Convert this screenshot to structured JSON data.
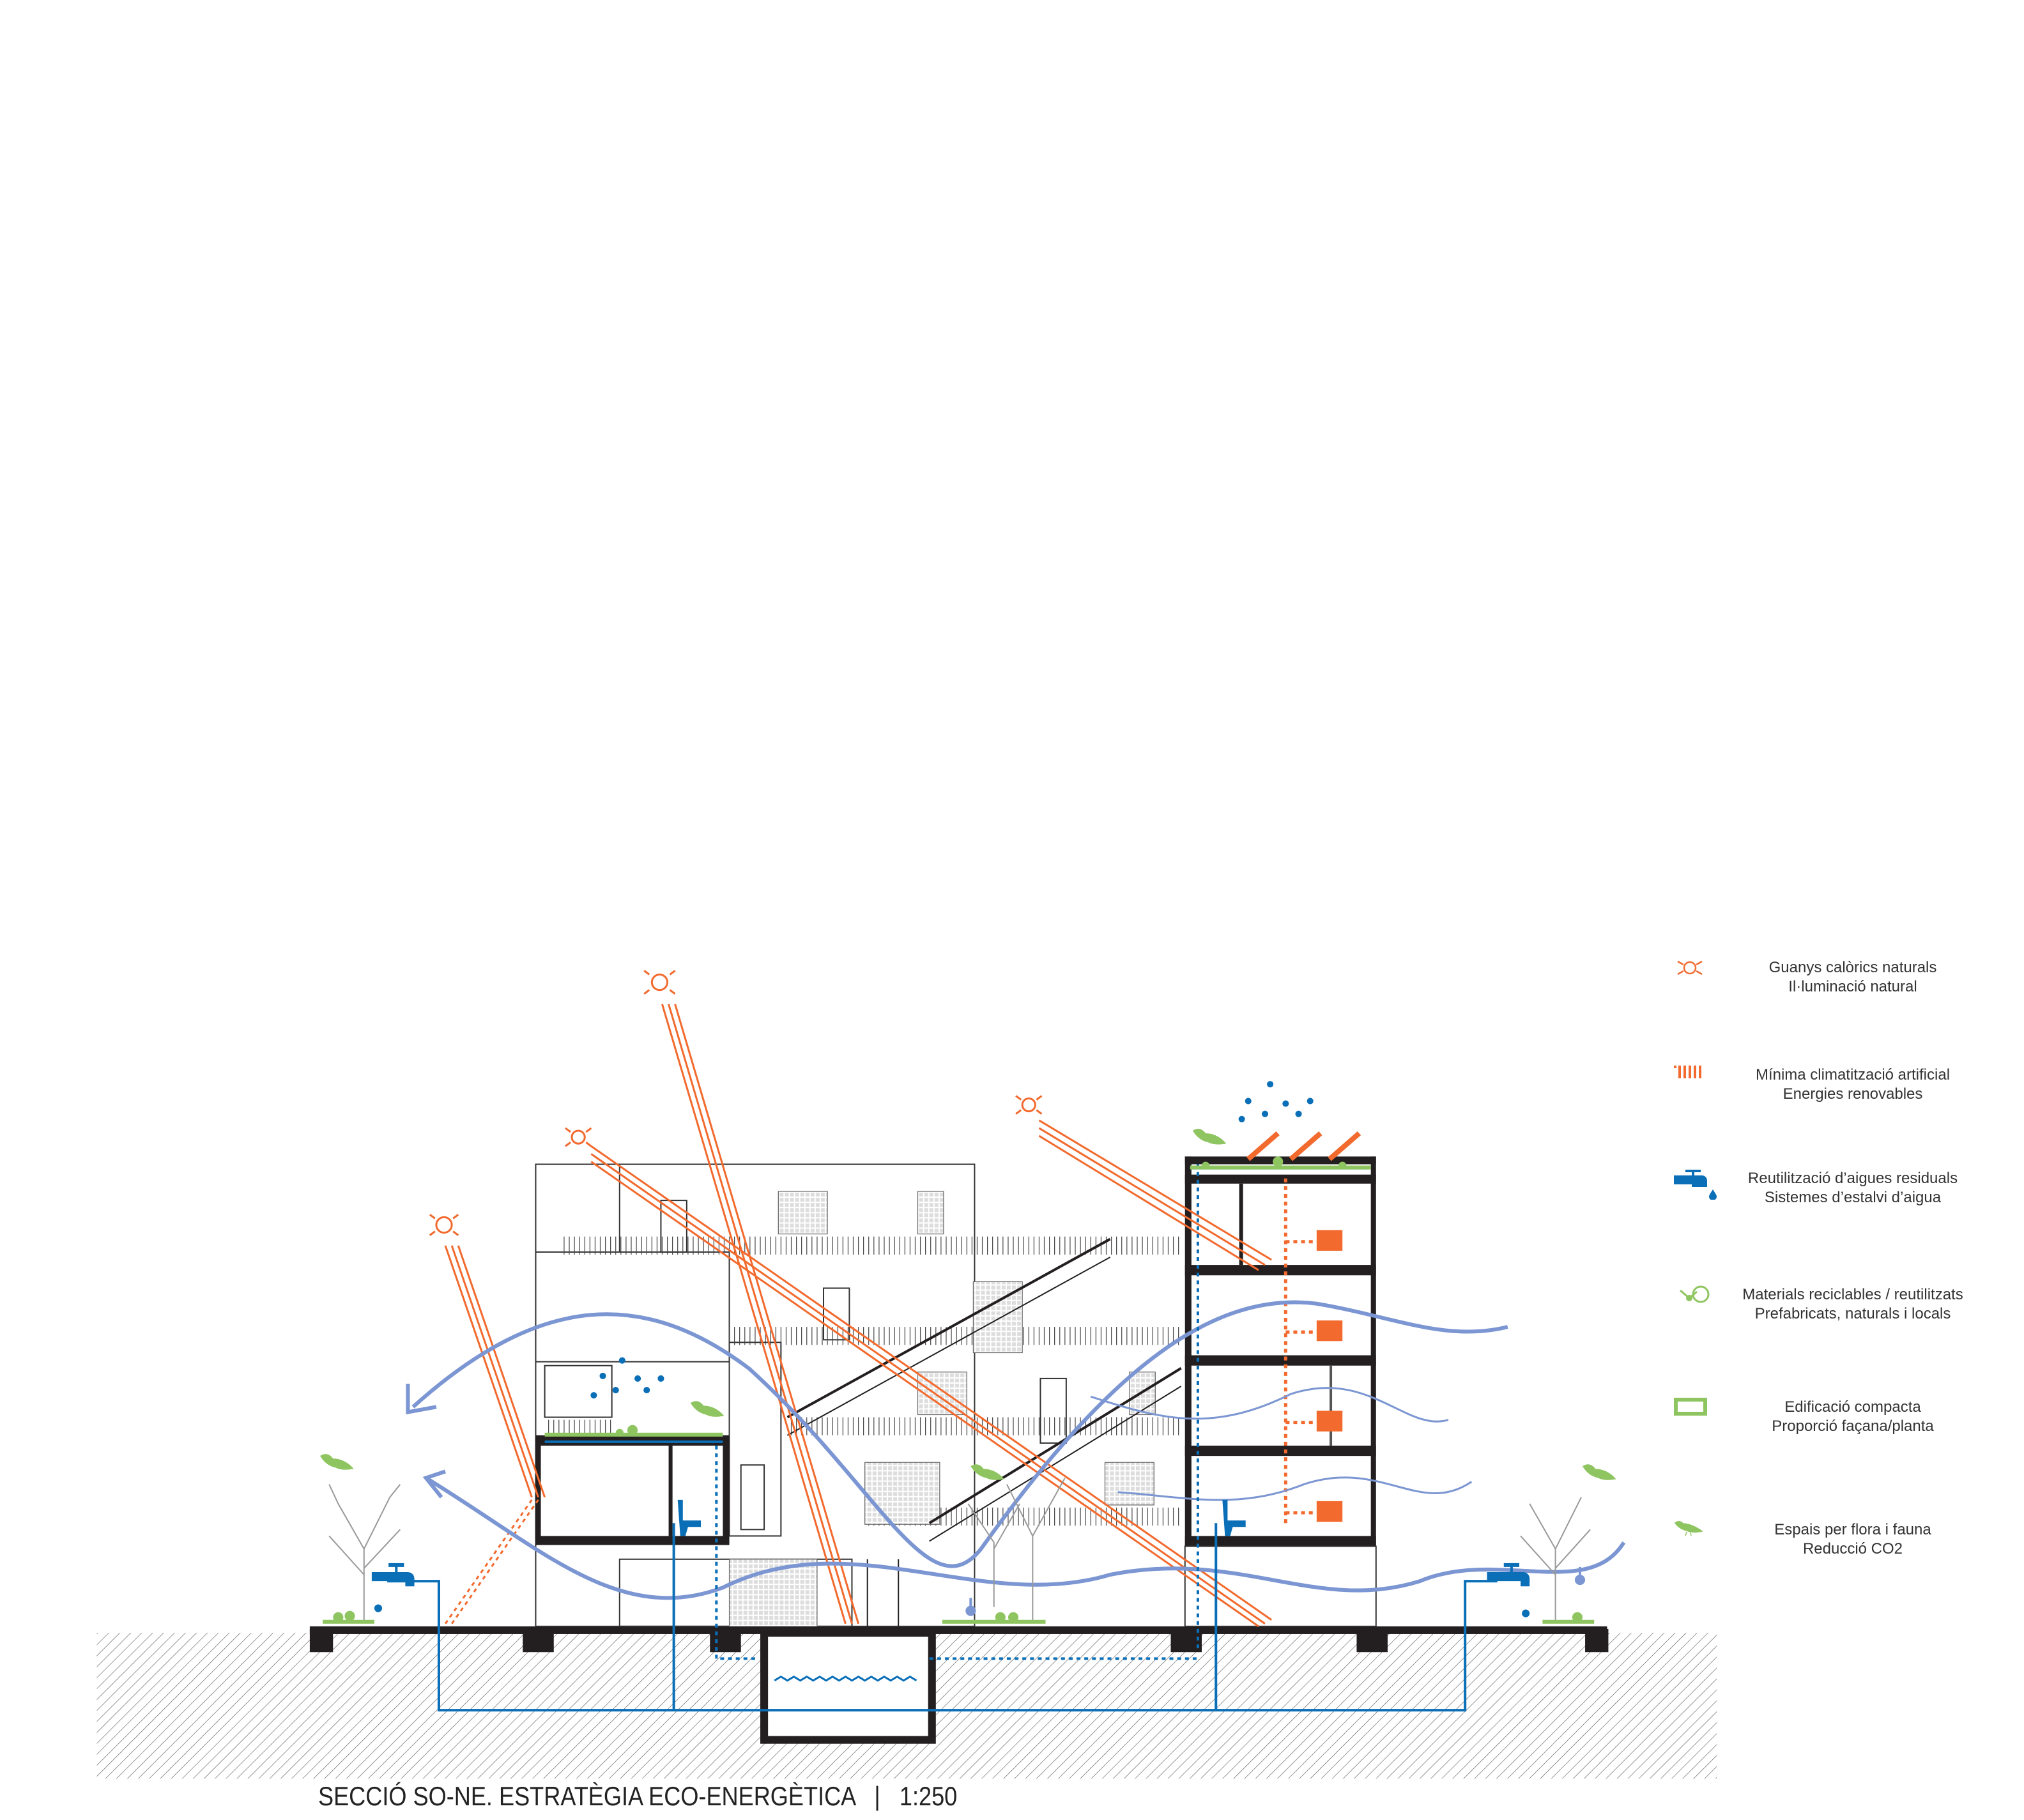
{
  "title": "SECCIÓ SO-NE. ESTRATÈGIA ECO-ENERGÈTICA   |   1:250",
  "colors": {
    "sun": "#f26a2e",
    "water": "#0a6fb7",
    "wind": "#7b96d2",
    "green": "#8fc561",
    "structure": "#231f20"
  },
  "legend": [
    {
      "icon": "sun-icon",
      "line1": "Guanys calòrics naturals",
      "line2": "Il·luminació natural"
    },
    {
      "icon": "radiator-icon",
      "line1": "Mínima climatització artificial",
      "line2": "Energies renovables"
    },
    {
      "icon": "water-tap-icon",
      "line1": "Reutilització d’aigues residuals",
      "line2": "Sistemes d’estalvi d’aigua"
    },
    {
      "icon": "recycle-icon",
      "line1": "Materials reciclables / reutilitzats",
      "line2": "Prefabricats, naturals i locals"
    },
    {
      "icon": "compact-square-icon",
      "line1": "Edificació compacta",
      "line2": "Proporció façana/planta"
    },
    {
      "icon": "bird-icon",
      "line1": "Espais per flora i fauna",
      "line2": "Reducció CO2"
    }
  ]
}
